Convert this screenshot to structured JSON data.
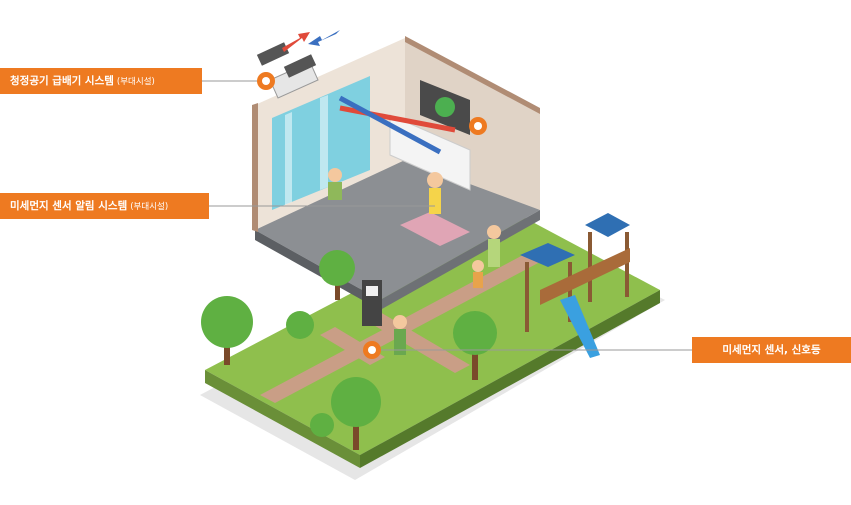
{
  "labels": [
    {
      "text": "청정공기 급배기 시스템",
      "sub": "(부대시설)"
    },
    {
      "text": "미세먼지 센서 알림 시스템",
      "sub": "(부대시설)"
    },
    {
      "text": "미세먼지 센서, 신호등",
      "sub": ""
    }
  ],
  "colors": {
    "accent": "#ee7a21",
    "grass": "#8fbf4d",
    "wall": "#ede3d8",
    "floor": "#8c8f93",
    "path": "#c99e86"
  }
}
